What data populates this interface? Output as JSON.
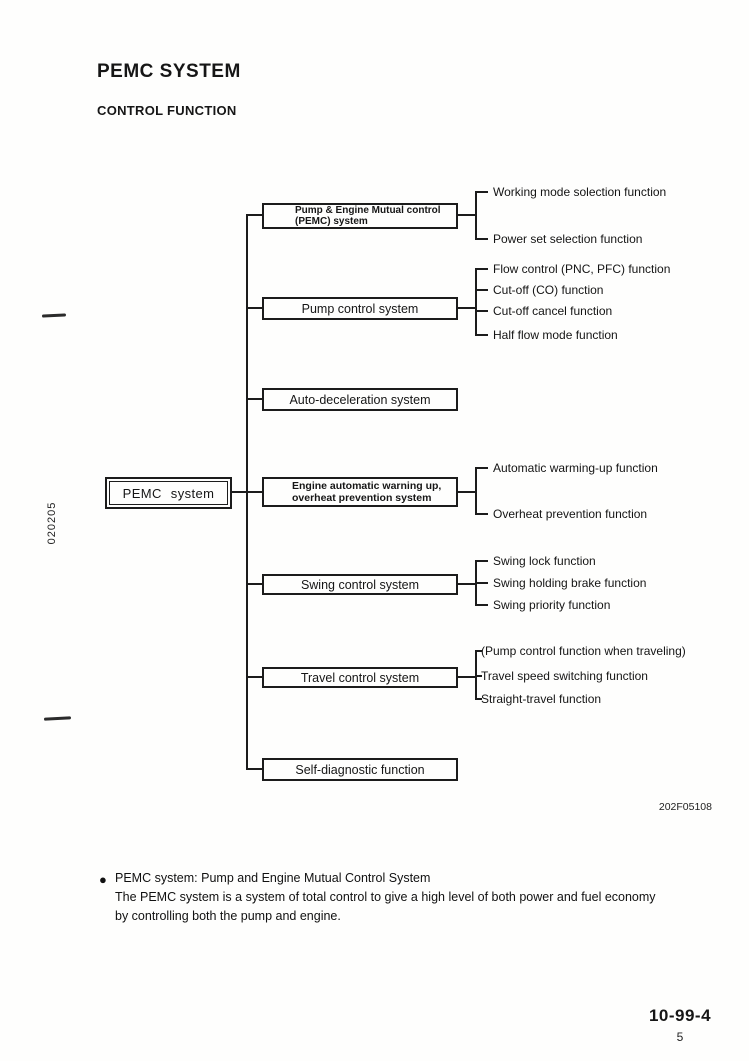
{
  "page": {
    "title": "PEMC SYSTEM",
    "subtitle": "CONTROL FUNCTION",
    "figure_code": "202F05108",
    "page_number": "10-99-4",
    "page_sub_number": "5",
    "side_code": "020205"
  },
  "diagram": {
    "root": {
      "label": "PEMC system"
    },
    "branches": [
      {
        "label_lines": [
          "Pump & Engine Mutual control",
          "(PEMC) system"
        ],
        "children": [
          "Working mode solection function",
          "Power set selection function"
        ]
      },
      {
        "label_lines": [
          "Pump control system"
        ],
        "children": [
          "Flow control (PNC, PFC) function",
          "Cut-off (CO) function",
          "Cut-off cancel function",
          "Half flow mode function"
        ]
      },
      {
        "label_lines": [
          "Auto-deceleration system"
        ],
        "children": []
      },
      {
        "label_lines": [
          "Engine automatic warning up,",
          "overheat prevention system"
        ],
        "children": [
          "Automatic warming-up function",
          "Overheat prevention function"
        ]
      },
      {
        "label_lines": [
          "Swing control system"
        ],
        "children": [
          "Swing lock function",
          "Swing holding brake function",
          "Swing priority function"
        ]
      },
      {
        "label_lines": [
          "Travel control system"
        ],
        "children": [
          "(Pump control function when traveling)",
          "Travel speed switching function",
          "Straight-travel function"
        ]
      },
      {
        "label_lines": [
          "Self-diagnostic function"
        ],
        "children": []
      }
    ]
  },
  "notes": {
    "bullet_title": "PEMC system:  Pump and Engine Mutual Control System",
    "bullet_body_lines": [
      "The PEMC system is a system of total control to give a high level of both power and fuel economy",
      "by controlling both the pump and engine."
    ]
  }
}
